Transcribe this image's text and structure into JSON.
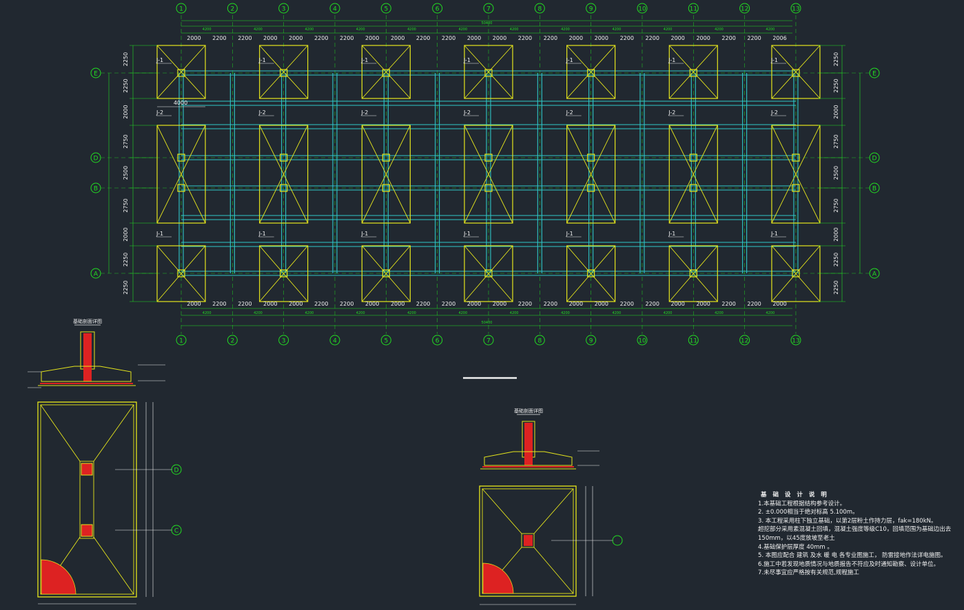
{
  "plan": {
    "axis_cols": [
      "1",
      "2",
      "3",
      "4",
      "5",
      "6",
      "7",
      "8",
      "9",
      "10",
      "11",
      "12",
      "13"
    ],
    "axis_rows": [
      "E",
      "D",
      "B",
      "A"
    ],
    "top_segments": [
      "2000",
      "2200",
      "2200",
      "2000",
      "2000",
      "2200",
      "2200",
      "2000",
      "2000",
      "2200",
      "2200",
      "2000",
      "2000",
      "2200",
      "2200",
      "2000",
      "2000",
      "2200",
      "2200",
      "2000",
      "2000",
      "2200",
      "2200",
      "2006"
    ],
    "bottom_segments": [
      "2000",
      "2200",
      "2200",
      "2000",
      "2000",
      "2200",
      "2200",
      "2000",
      "2000",
      "2200",
      "2200",
      "2000",
      "2000",
      "2200",
      "2200",
      "2000",
      "2000",
      "2200",
      "2200",
      "2000",
      "2000",
      "2200",
      "2200",
      "2000"
    ],
    "bay_dims": [
      "4200",
      "4200",
      "4200",
      "4200",
      "4200",
      "4200",
      "4200",
      "4200",
      "4200",
      "4200",
      "4200",
      "4200"
    ],
    "total_length": "50400",
    "left_dims": [
      "2250",
      "2250",
      "2000",
      "2750",
      "2500",
      "2750",
      "2000",
      "2250",
      "2250"
    ],
    "right_dims": [
      "2250",
      "2250",
      "2000",
      "2750",
      "2500",
      "2750",
      "2000",
      "2250",
      "2250"
    ],
    "footing_width_dim": "4000",
    "footing_labels": {
      "j1": "J-1",
      "j2": "J-2"
    }
  },
  "details": {
    "section_title_1": "基础剖面详图",
    "section_title_2": "基础剖面详图",
    "axis_d": "D",
    "axis_c": "C"
  },
  "notes": {
    "title": "基 础 设 计 说 明",
    "items": [
      "1.本基础工程根据结构参考设计。",
      "2. ±0.000相当于绝对标高 5.100m。",
      "3. 本工程采用柱下独立基础，以第2层粉土作持力层，fak=180kN。",
      "   超挖部分采用素混凝土回填，混凝土强度等级C10，回填范围为基础边出去",
      "   150mm，以45度放坡至老土",
      "4.基础保护层厚度 40mm 。",
      "5. 本图应配合 建筑 及水 暖 电 各专业图施工，  防雷接地作法详电施图。",
      "6.施工中若发现地质情况与地质报告不符应及时通知勘察、设计单位。",
      "7.未尽事宜应严格按有关规范,规程施工"
    ]
  },
  "colors": {
    "background": "#212830",
    "axis_green": "#22dd22",
    "footing_yellow": "#e6e61c",
    "beam_cyan": "#2ec8c8",
    "rebar_red": "#dd2222",
    "text_white": "#f0f0f0"
  }
}
